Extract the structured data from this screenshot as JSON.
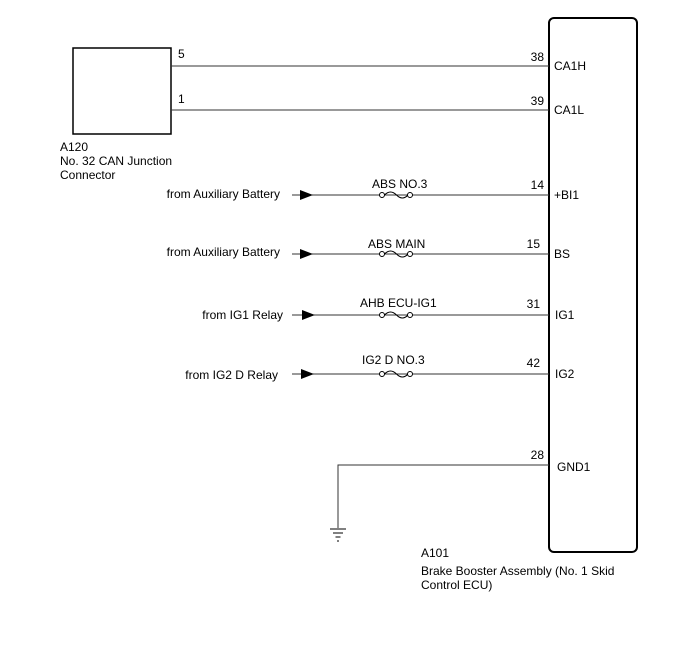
{
  "connector": {
    "id": "A120",
    "name_line1": "No. 32 CAN Junction",
    "name_line2": "Connector",
    "pins": [
      "5",
      "1"
    ]
  },
  "ecu": {
    "id": "A101",
    "name_line1": "Brake Booster Assembly (No. 1 Skid",
    "name_line2": "Control ECU)"
  },
  "circuits": [
    {
      "source": "",
      "fuse": "",
      "ecu_pin": "38",
      "ecu_terminal": "CA1H"
    },
    {
      "source": "",
      "fuse": "",
      "ecu_pin": "39",
      "ecu_terminal": "CA1L"
    },
    {
      "source": "from Auxiliary Battery",
      "fuse": "ABS NO.3",
      "ecu_pin": "14",
      "ecu_terminal": "+BI1"
    },
    {
      "source": "from Auxiliary Battery",
      "fuse": "ABS MAIN",
      "ecu_pin": "15",
      "ecu_terminal": "BS"
    },
    {
      "source": "from IG1 Relay",
      "fuse": "AHB ECU-IG1",
      "ecu_pin": "31",
      "ecu_terminal": "IG1"
    },
    {
      "source": "from IG2 D Relay",
      "fuse": "IG2 D NO.3",
      "ecu_pin": "42",
      "ecu_terminal": "IG2"
    },
    {
      "source": "",
      "fuse": "",
      "ecu_pin": "28",
      "ecu_terminal": "GND1"
    }
  ]
}
